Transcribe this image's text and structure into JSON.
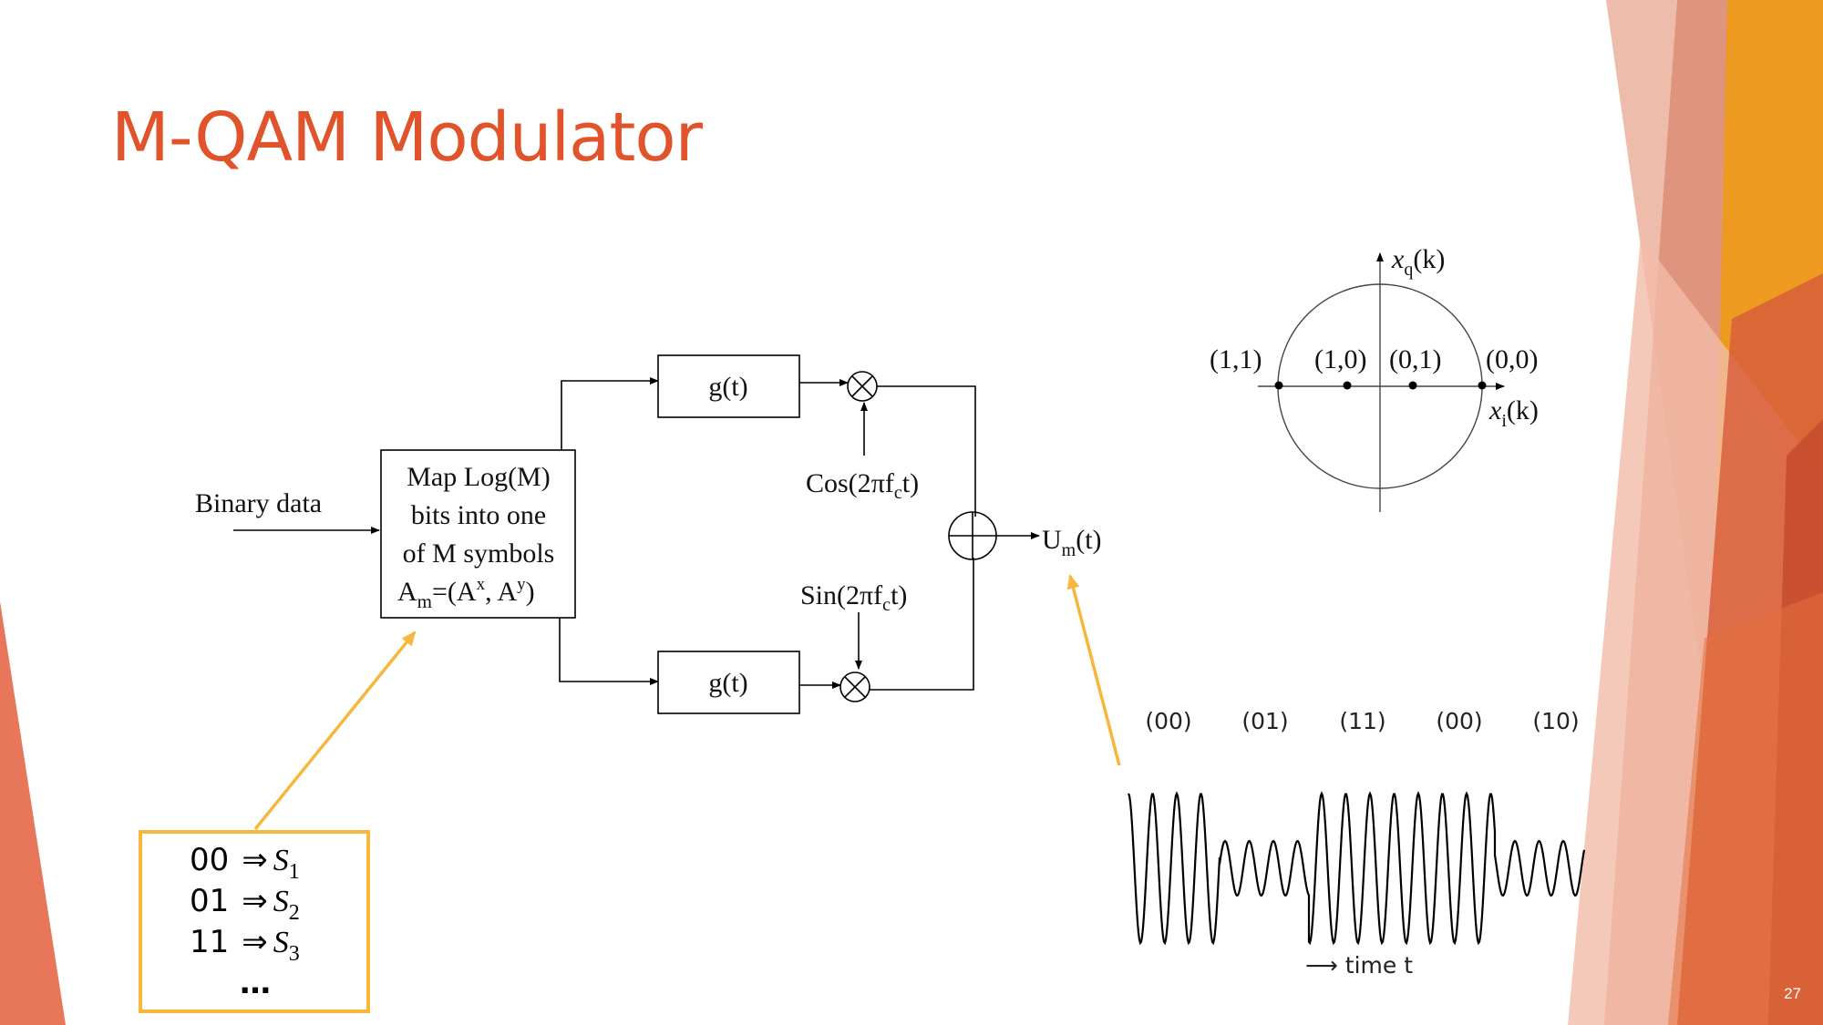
{
  "slide": {
    "title": "M-QAM Modulator",
    "page_number": "27"
  },
  "block_diagram": {
    "input_label": "Binary data",
    "mapper_lines": [
      "Map Log(M)",
      "bits into one",
      "of M symbols"
    ],
    "mapper_symbol": {
      "lhs": "A",
      "lhs_sub": "m",
      "mid": "=(A",
      "x_sup": "x",
      "sep": ", A",
      "y_sup": "y",
      "close": ")"
    },
    "filter_top": "g(t)",
    "filter_bottom": "g(t)",
    "carrier_cos": {
      "pre": "Cos(2",
      "pi": "π",
      "f": "f",
      "sub": "c",
      "post": "t)"
    },
    "carrier_sin": {
      "pre": "Sin(2",
      "pi": "π",
      "f": "f",
      "sub": "c",
      "post": "t)"
    },
    "output": {
      "main": "U",
      "sub": "m",
      "post": "(t)"
    }
  },
  "mapping_table": {
    "rows": [
      {
        "bits": "00",
        "arrow": "⇒",
        "sym": "S",
        "sub": "1"
      },
      {
        "bits": "01",
        "arrow": "⇒",
        "sym": "S",
        "sub": "2"
      },
      {
        "bits": "11",
        "arrow": "⇒",
        "sym": "S",
        "sub": "3"
      }
    ],
    "ellipsis": "…"
  },
  "constellation": {
    "axis_q": {
      "var": "x",
      "sub": "q",
      "arg": "(k)"
    },
    "axis_i": {
      "var": "x",
      "sub": "i",
      "arg": "(k)"
    },
    "points": [
      "(1,1)",
      "(1,0)",
      "(0,1)",
      "(0,0)"
    ]
  },
  "waveform": {
    "symbols": [
      "(00)",
      "(01)",
      "(11)",
      "(00)",
      "(10)"
    ],
    "time_label": "⟶ time t"
  },
  "colors": {
    "title": "#E0532B",
    "callout": "#F6B73C",
    "ribbon_orange": "#EC9A20",
    "ribbon_red": "#D95F3C"
  }
}
